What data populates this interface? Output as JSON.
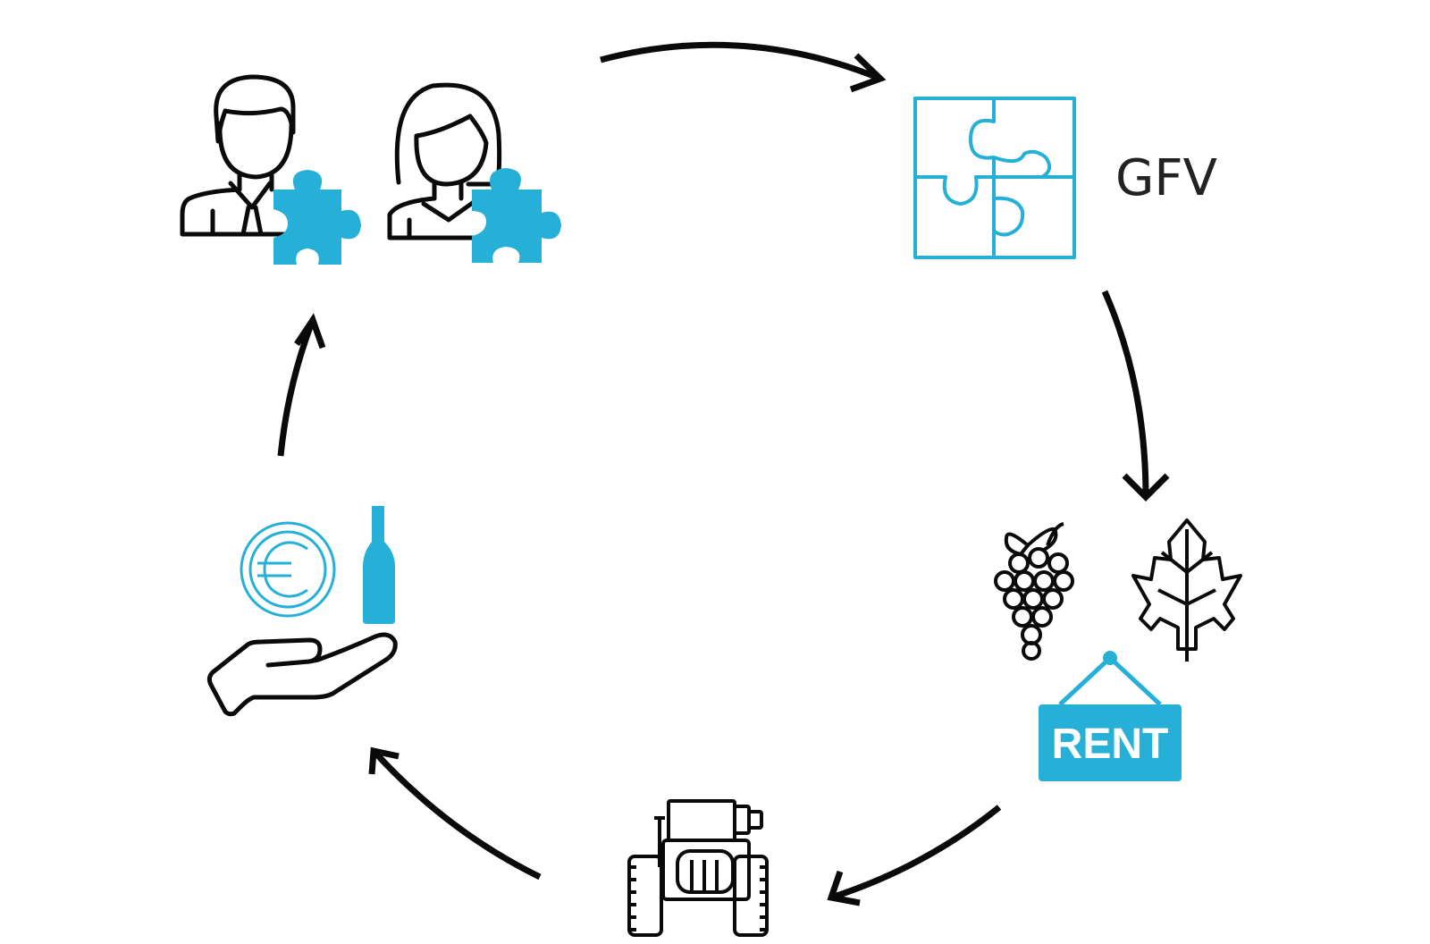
{
  "diagram": {
    "gfv_label": "GFV",
    "rent_label": "RENT",
    "nodes": [
      {
        "id": "investors",
        "icon": "investors-puzzle-icon"
      },
      {
        "id": "gfv",
        "icon": "puzzle-icon"
      },
      {
        "id": "vineyard-rent",
        "icons": [
          "grapes-icon",
          "vine-leaf-icon",
          "rent-sign-icon"
        ]
      },
      {
        "id": "farming",
        "icon": "tractor-icon"
      },
      {
        "id": "returns",
        "icons": [
          "euro-coin-icon",
          "wine-bottle-icon",
          "open-hand-icon"
        ]
      }
    ],
    "colors": {
      "accent": "#26b0d8",
      "line": "#0a0a0a",
      "text": "#222222"
    }
  }
}
